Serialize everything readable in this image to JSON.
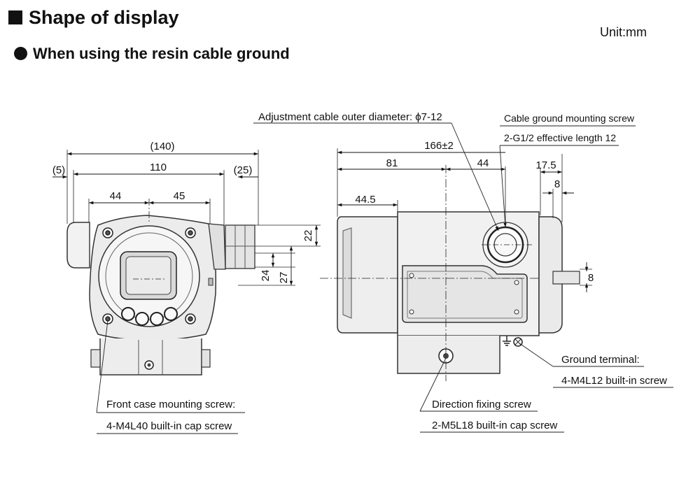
{
  "title": "Shape of display",
  "subtitle": "When using the resin cable ground",
  "unit": "Unit:mm",
  "front_view": {
    "dims": {
      "overall": "(140)",
      "left_offset": "(5)",
      "width": "110",
      "right_offset": "(25)",
      "left_half": "44",
      "right_half": "45",
      "top_offset": "22",
      "center_offset": "24",
      "total_offset": "27"
    },
    "callout_line1": "Front case mounting screw:",
    "callout_line2": "4-M4L40 built-in cap screw"
  },
  "side_view": {
    "dims": {
      "overall": "166±2",
      "front_part": "81",
      "center_to_port": "44",
      "port_depth": "44.5",
      "cable_gland": "17.5",
      "nut_width": "8",
      "stub_height": "8"
    },
    "adjustment_cable": "Adjustment cable outer diameter: ϕ7-12",
    "cable_ground_line1": "Cable ground mounting screw",
    "cable_ground_line2": "2-G1/2 effective length 12",
    "ground_line1": "Ground terminal:",
    "ground_line2": "4-M4L12 built-in screw",
    "direction_line1": "Direction fixing screw",
    "direction_line2": "2-M5L18 built-in cap screw"
  }
}
